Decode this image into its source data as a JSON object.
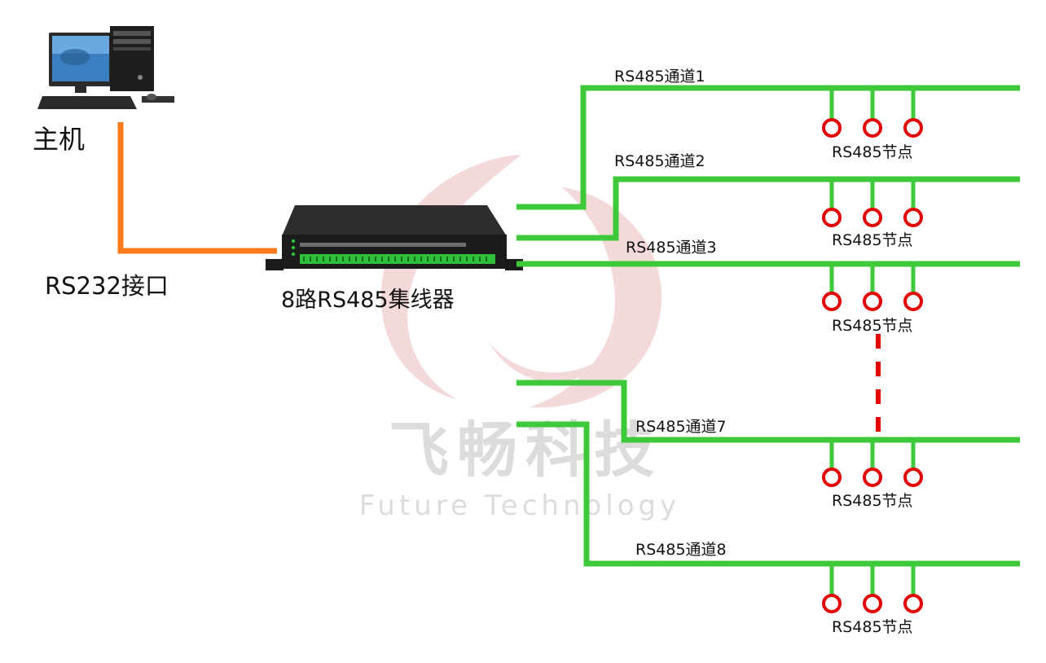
{
  "host_label": "主机",
  "interface_label": "RS232接口",
  "hub_label": "8路RS485集线器",
  "node_label": "RS485节点",
  "channels": [
    {
      "label": "RS485通道1"
    },
    {
      "label": "RS485通道2"
    },
    {
      "label": "RS485通道3"
    },
    {
      "label": "RS485通道7"
    },
    {
      "label": "RS485通道8"
    }
  ],
  "watermark": {
    "cn": "飞畅科技",
    "en": "Future Technology"
  },
  "colors": {
    "bus": "#3ec93a",
    "rs232_line": "#ff7a1a",
    "node": "#e30000",
    "ellipsis": "#e30000",
    "watermark_logo": "#f3d9d9",
    "watermark_text": "#dcdcdc",
    "device_body": "#1c1c1c",
    "terminal": "#2fbf3a"
  },
  "icons": {
    "host": "desktop-computer-icon",
    "hub": "rs485-hub-device-icon",
    "node": "ring-node-icon"
  }
}
